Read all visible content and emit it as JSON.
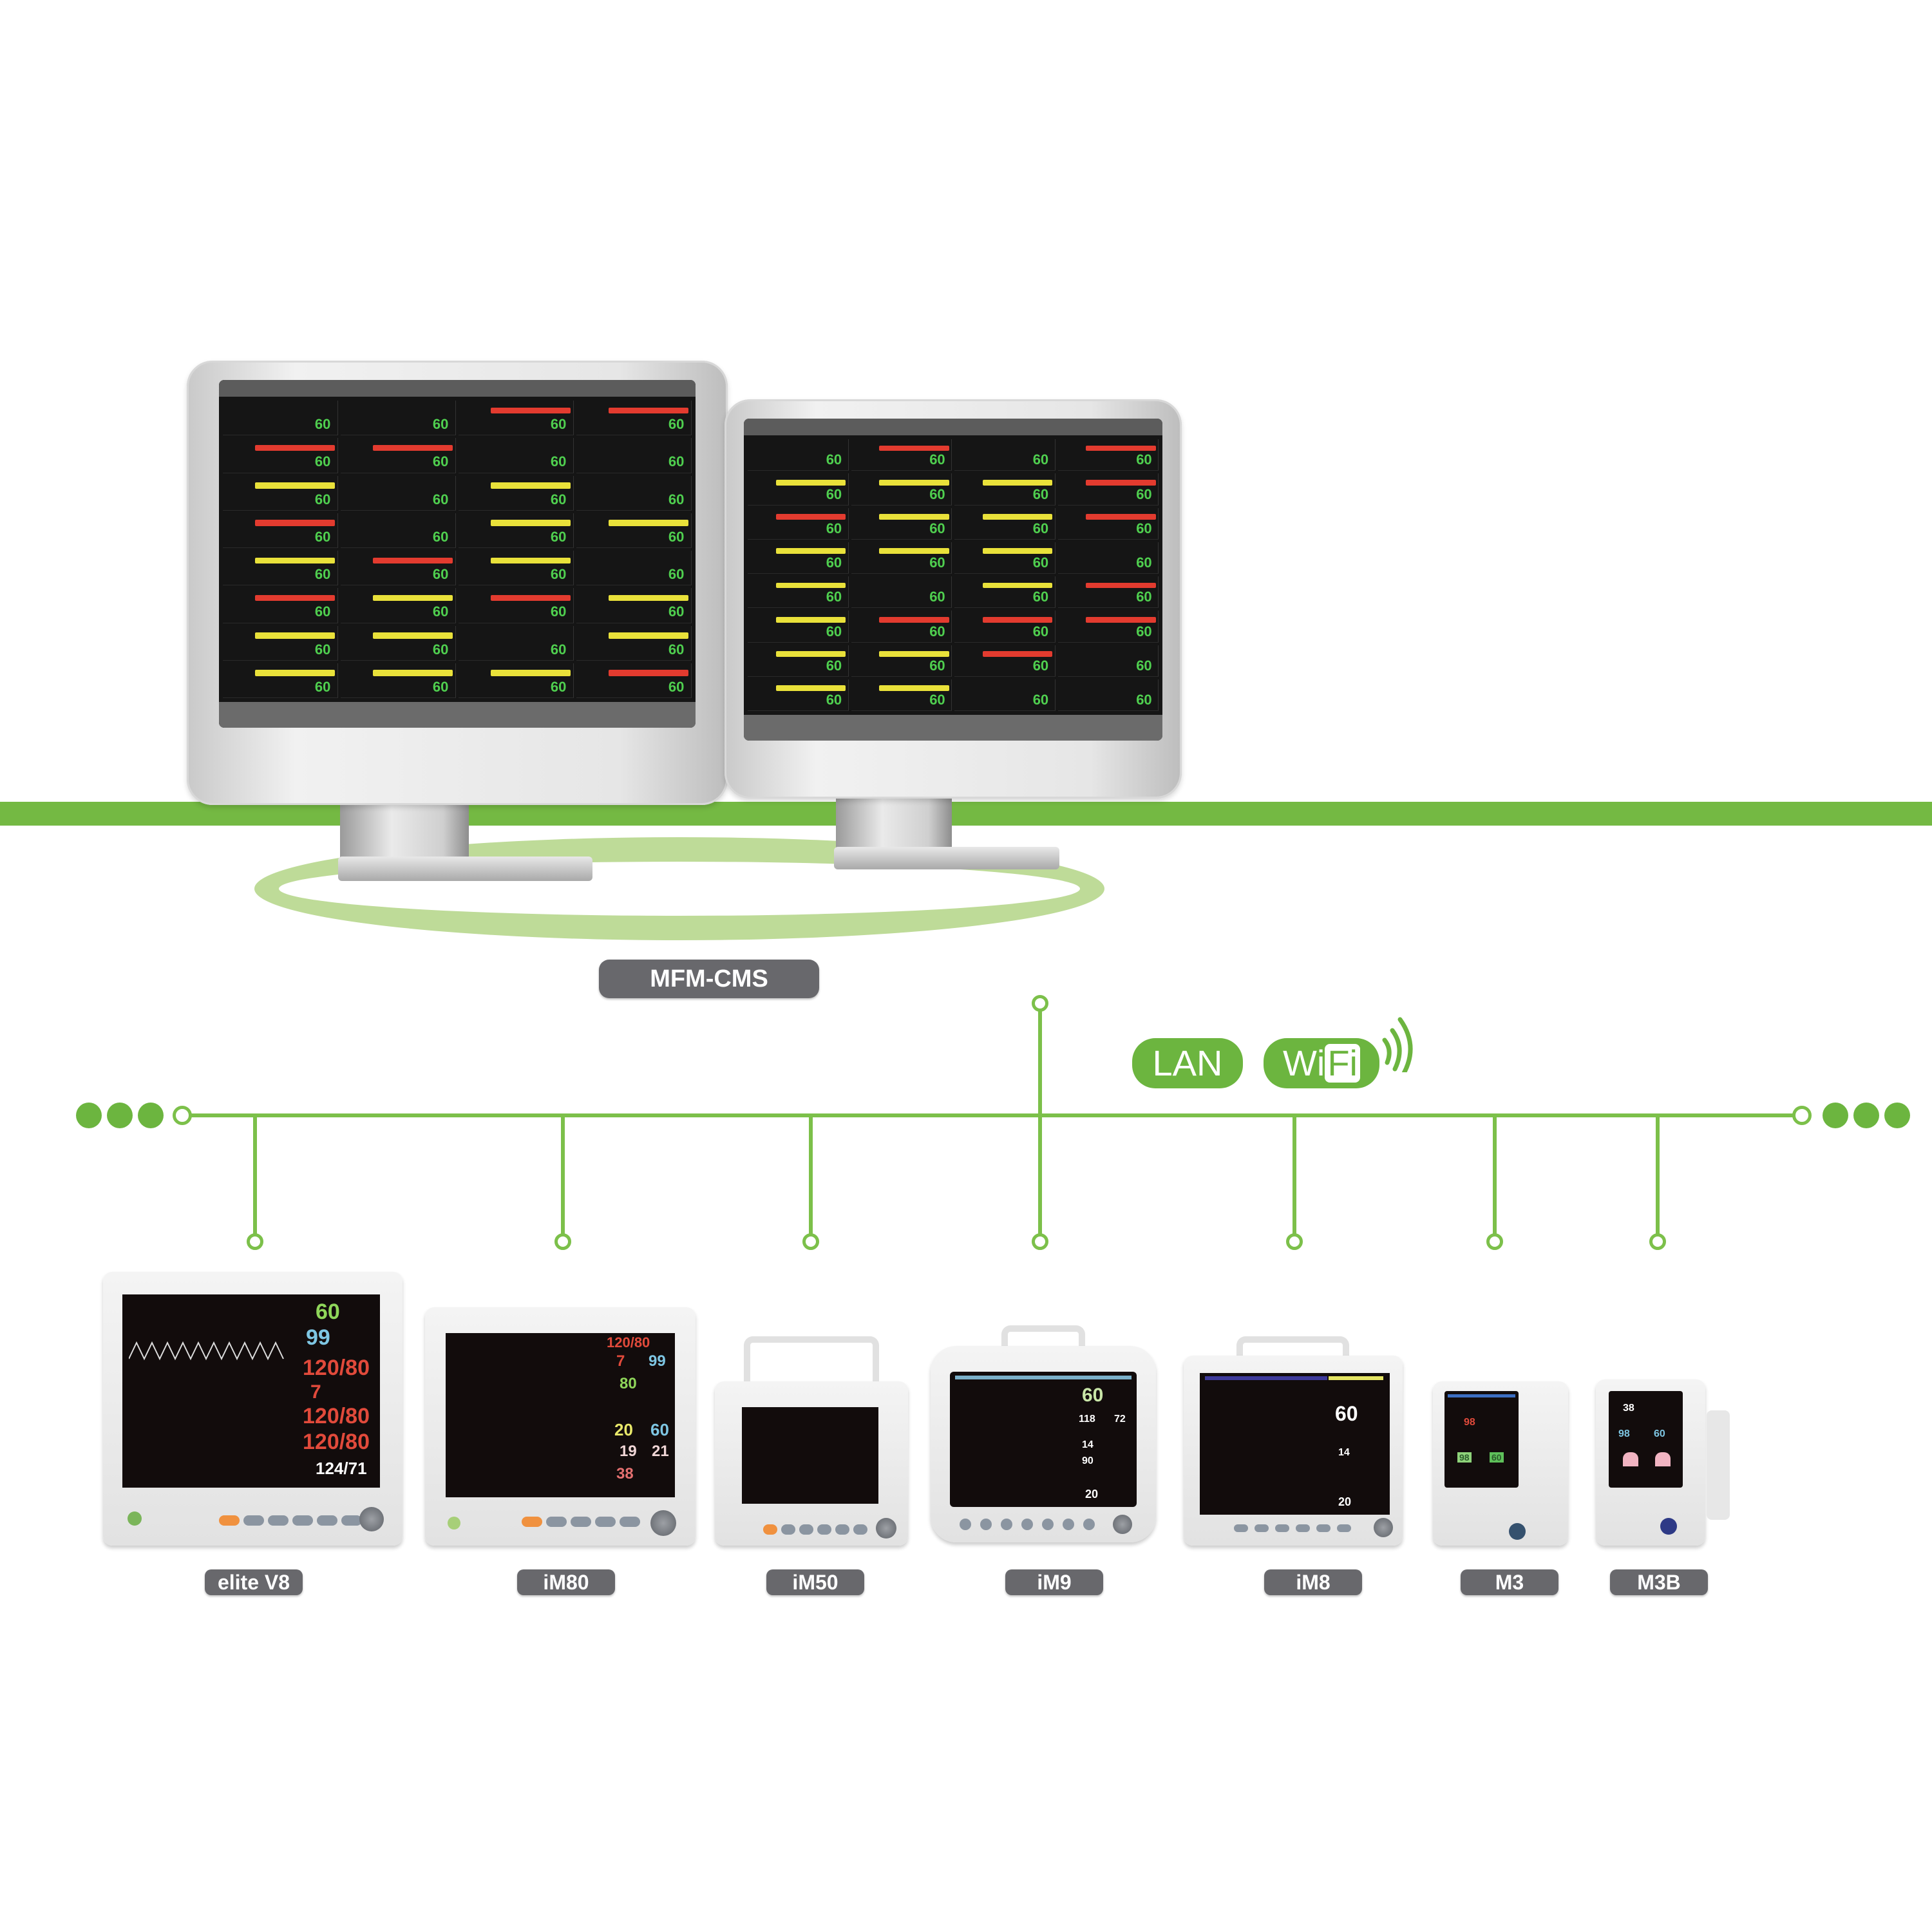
{
  "colors": {
    "brand_green": "#74b943",
    "halo_green": "#bedb98",
    "label_gray": "#68686c",
    "alarm_red": "#e33b2f",
    "alarm_yellow": "#e9e13a",
    "hr_green": "#4fcf4f"
  },
  "central_station": {
    "label": "MFM-CMS",
    "screens": [
      {
        "tiles": [
          {
            "bar": "none",
            "hr": "60"
          },
          {
            "bar": "none",
            "hr": "60"
          },
          {
            "bar": "red",
            "hr": "60"
          },
          {
            "bar": "red",
            "hr": "60"
          },
          {
            "bar": "red",
            "hr": "60"
          },
          {
            "bar": "red",
            "hr": "60"
          },
          {
            "bar": "none",
            "hr": "60"
          },
          {
            "bar": "none",
            "hr": "60"
          },
          {
            "bar": "yellow",
            "hr": "60"
          },
          {
            "bar": "none",
            "hr": "60"
          },
          {
            "bar": "yellow",
            "hr": "60"
          },
          {
            "bar": "none",
            "hr": "60"
          },
          {
            "bar": "red",
            "hr": "60"
          },
          {
            "bar": "none",
            "hr": "60"
          },
          {
            "bar": "yellow",
            "hr": "60"
          },
          {
            "bar": "yellow",
            "hr": "60"
          },
          {
            "bar": "yellow",
            "hr": "60"
          },
          {
            "bar": "red",
            "hr": "60"
          },
          {
            "bar": "yellow",
            "hr": "60"
          },
          {
            "bar": "none",
            "hr": "60"
          },
          {
            "bar": "red",
            "hr": "60"
          },
          {
            "bar": "yellow",
            "hr": "60"
          },
          {
            "bar": "red",
            "hr": "60"
          },
          {
            "bar": "yellow",
            "hr": "60"
          },
          {
            "bar": "yellow",
            "hr": "60"
          },
          {
            "bar": "yellow",
            "hr": "60"
          },
          {
            "bar": "none",
            "hr": "60"
          },
          {
            "bar": "yellow",
            "hr": "60"
          },
          {
            "bar": "yellow",
            "hr": "60"
          },
          {
            "bar": "yellow",
            "hr": "60"
          },
          {
            "bar": "yellow",
            "hr": "60"
          },
          {
            "bar": "red",
            "hr": "60"
          }
        ]
      },
      {
        "tiles": [
          {
            "bar": "none",
            "hr": "60"
          },
          {
            "bar": "red",
            "hr": "60"
          },
          {
            "bar": "none",
            "hr": "60"
          },
          {
            "bar": "red",
            "hr": "60"
          },
          {
            "bar": "yellow",
            "hr": "60"
          },
          {
            "bar": "yellow",
            "hr": "60"
          },
          {
            "bar": "yellow",
            "hr": "60"
          },
          {
            "bar": "red",
            "hr": "60"
          },
          {
            "bar": "red",
            "hr": "60"
          },
          {
            "bar": "yellow",
            "hr": "60"
          },
          {
            "bar": "yellow",
            "hr": "60"
          },
          {
            "bar": "red",
            "hr": "60"
          },
          {
            "bar": "yellow",
            "hr": "60"
          },
          {
            "bar": "yellow",
            "hr": "60"
          },
          {
            "bar": "yellow",
            "hr": "60"
          },
          {
            "bar": "none",
            "hr": "60"
          },
          {
            "bar": "yellow",
            "hr": "60"
          },
          {
            "bar": "none",
            "hr": "60"
          },
          {
            "bar": "yellow",
            "hr": "60"
          },
          {
            "bar": "red",
            "hr": "60"
          },
          {
            "bar": "yellow",
            "hr": "60"
          },
          {
            "bar": "red",
            "hr": "60"
          },
          {
            "bar": "red",
            "hr": "60"
          },
          {
            "bar": "red",
            "hr": "60"
          },
          {
            "bar": "yellow",
            "hr": "60"
          },
          {
            "bar": "yellow",
            "hr": "60"
          },
          {
            "bar": "red",
            "hr": "60"
          },
          {
            "bar": "none",
            "hr": "60"
          },
          {
            "bar": "yellow",
            "hr": "60"
          },
          {
            "bar": "yellow",
            "hr": "60"
          },
          {
            "bar": "none",
            "hr": "60"
          },
          {
            "bar": "none",
            "hr": "60"
          }
        ]
      }
    ]
  },
  "network": {
    "lan_label": "LAN",
    "wifi_label_wi": "Wi",
    "wifi_label_fi": "Fi"
  },
  "devices": [
    {
      "name": "elite V8",
      "values": [
        "60",
        "99",
        "120/80",
        "7",
        "120/80",
        "120/80",
        "124/71"
      ]
    },
    {
      "name": "iM80",
      "values": [
        "120/80",
        "7",
        "99",
        "80",
        "20",
        "60",
        "19",
        "21",
        "38"
      ]
    },
    {
      "name": "iM50",
      "values": []
    },
    {
      "name": "iM9",
      "values": [
        "60",
        "118",
        "72",
        "14",
        "90",
        "20"
      ]
    },
    {
      "name": "iM8",
      "values": [
        "60",
        "14",
        "20"
      ]
    },
    {
      "name": "M3",
      "values": [
        "98",
        "60"
      ]
    },
    {
      "name": "M3B",
      "values": [
        "38",
        "98",
        "60"
      ]
    }
  ]
}
